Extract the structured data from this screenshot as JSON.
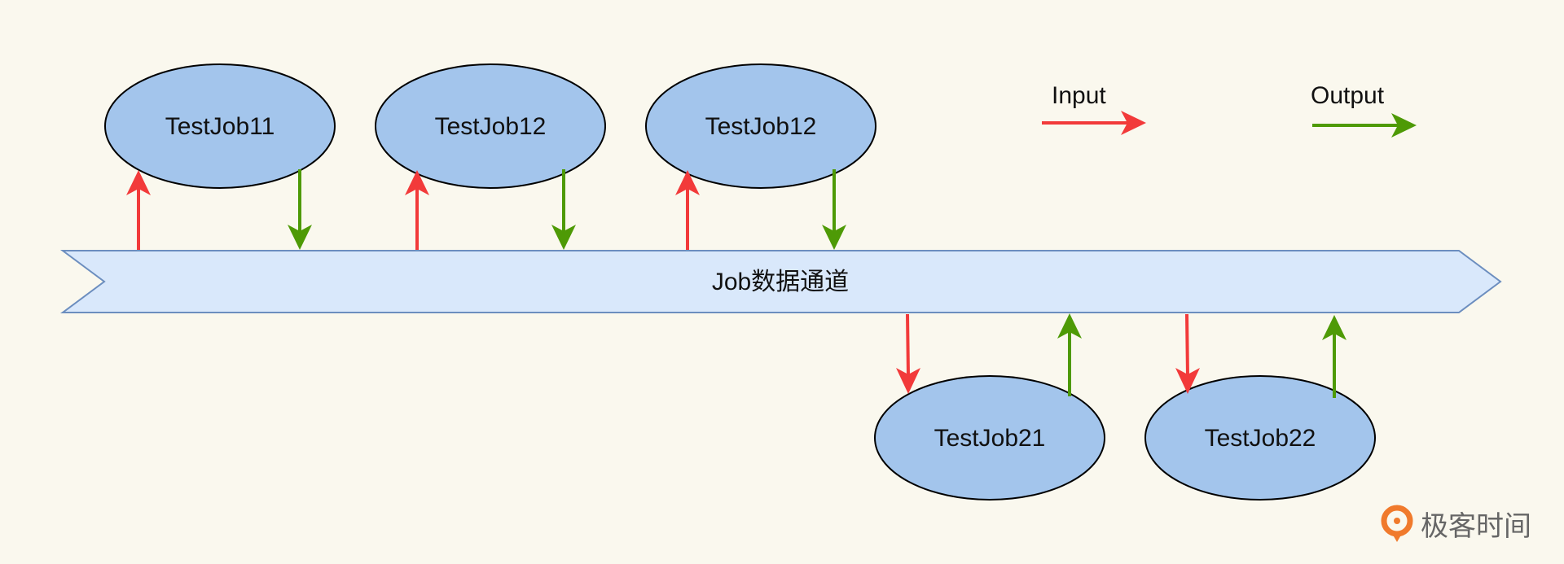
{
  "colors": {
    "background": "#faf8ee",
    "job_fill": "#a3c5ec",
    "job_stroke": "#000000",
    "channel_fill": "#d9e8fb",
    "channel_stroke": "#6c8ebf",
    "input_arrow": "#f23a3a",
    "output_arrow": "#4e9a06",
    "brand_orange": "#f07a2c",
    "brand_text": "#666666"
  },
  "channel": {
    "label": "Job数据通道"
  },
  "legend": {
    "input_label": "Input",
    "output_label": "Output"
  },
  "jobs_top": [
    {
      "label": "TestJob11"
    },
    {
      "label": "TestJob12"
    },
    {
      "label": "TestJob12"
    }
  ],
  "jobs_bottom": [
    {
      "label": "TestJob21"
    },
    {
      "label": "TestJob22"
    }
  ],
  "watermark": {
    "icon": "geektime-logo-icon",
    "text": "极客时间"
  }
}
